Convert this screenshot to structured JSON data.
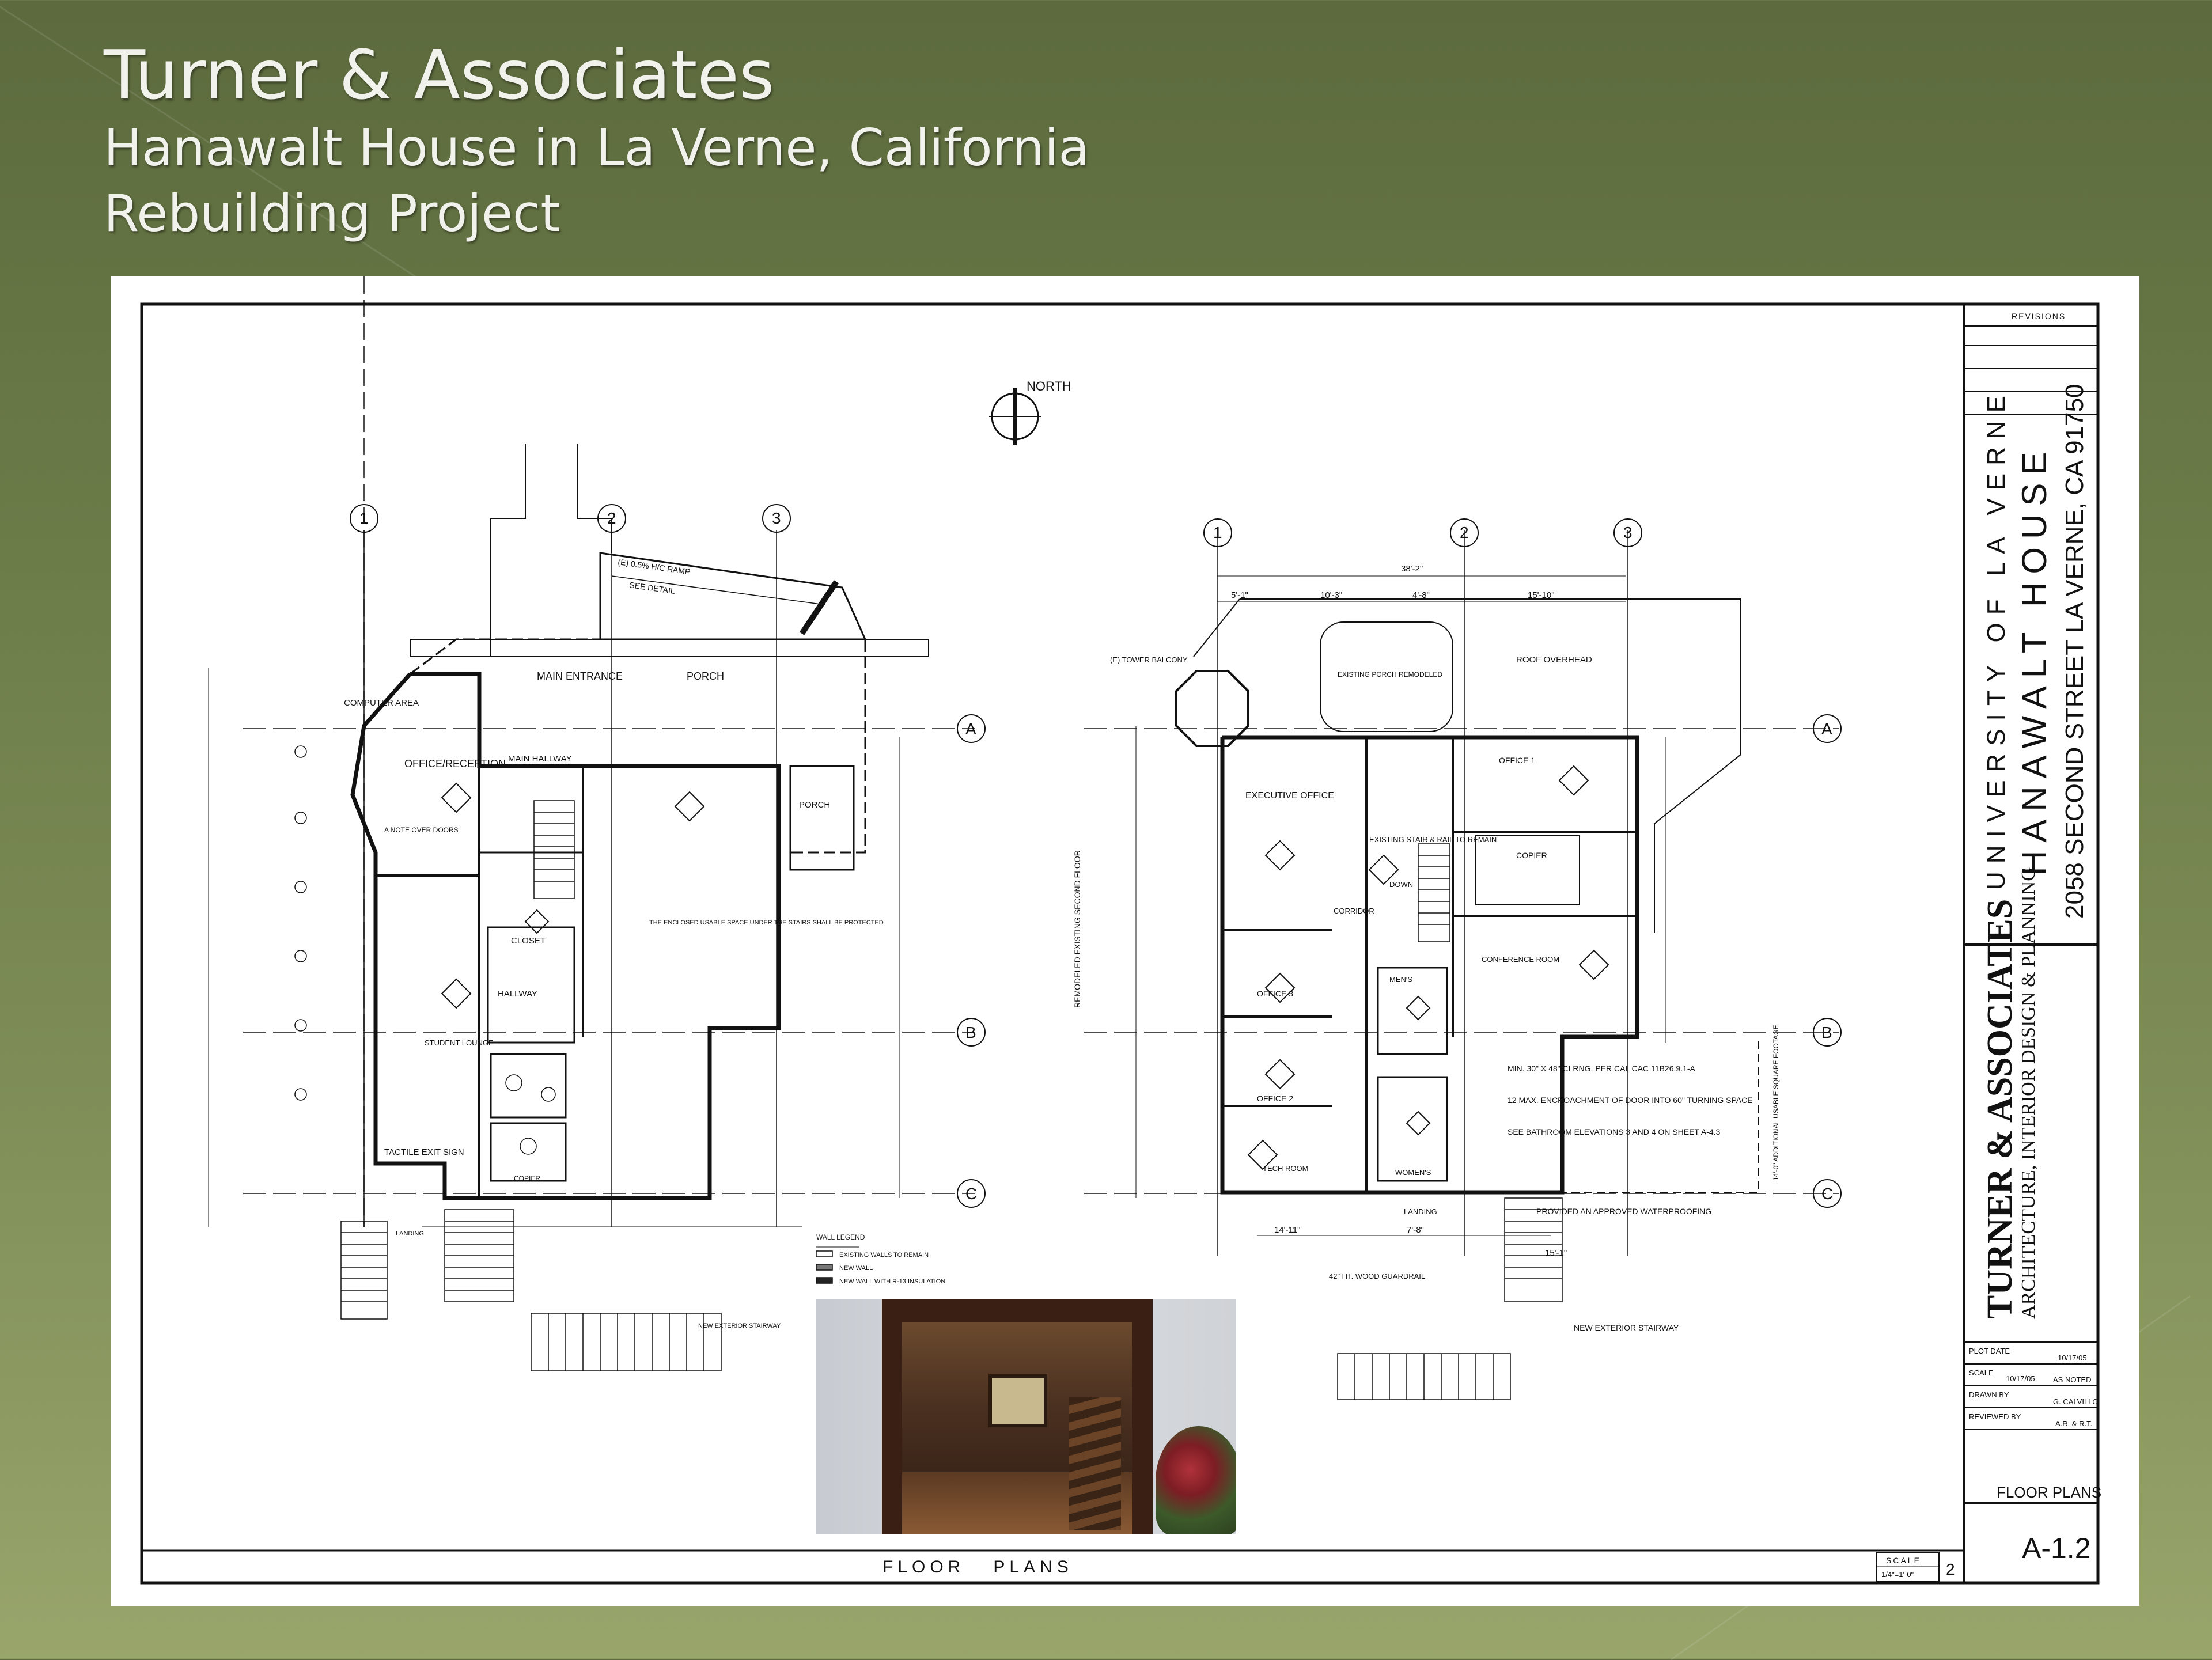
{
  "slide": {
    "title": "Turner & Associates",
    "subtitle_line1": "Hanawalt House in La Verne, California",
    "subtitle_line2": "Rebuilding Project"
  },
  "drawing": {
    "north_label": "NORTH",
    "bottom_title": "FLOOR   PLANS",
    "scale_label": "SCALE",
    "scale_value": "1/4\"=1'-0\"",
    "sheet_index": "2",
    "grid_left": [
      "1",
      "2",
      "3"
    ],
    "grid_right": [
      "1",
      "2",
      "3"
    ],
    "grid_rows": [
      "A",
      "B",
      "C"
    ],
    "left_rooms": [
      "MAIN ENTRANCE",
      "PORCH",
      "COMPUTER AREA",
      "OFFICE/RECEPTION",
      "MAIN HALLWAY",
      "PORCH",
      "CLOSET",
      "HALLWAY",
      "STUDENT LOUNGE",
      "TACTILE EXIT SIGN",
      "COPIER",
      "LANDING"
    ],
    "left_notes": [
      "(E) 0.5% H/C RAMP",
      "SEE DETAIL",
      "A NOTE OVER DOORS",
      "THE ENCLOSED USABLE SPACE UNDER THE STAIRS SHALL BE PROTECTED",
      "NEW EXTERIOR STAIRWAY"
    ],
    "right_rooms": [
      "(E) TOWER BALCONY",
      "EXISTING PORCH REMODELED",
      "ROOF OVERHEAD",
      "EXECUTIVE OFFICE",
      "OFFICE 1",
      "EXISTING STAIR & RAIL TO REMAIN",
      "COPIER",
      "CORRIDOR",
      "DOWN",
      "CONFERENCE ROOM",
      "OFFICE 3",
      "MEN'S",
      "OFFICE 2",
      "WOMEN'S",
      "TECH ROOM",
      "LANDING"
    ],
    "right_notes": [
      "MIN. 30\" X 48\" CLRNG. PER CAL CAC 11B26.9.1-A",
      "12 MAX. ENCROACHMENT OF DOOR INTO 60\" TURNING SPACE",
      "SEE BATHROOM ELEVATIONS 3 AND 4 ON SHEET A-4.3",
      "PROVIDED AN APPROVED WATERPROOFING",
      "42\" HT. WOOD GUARDRAIL",
      "NEW EXTERIOR STAIRWAY",
      "REMODELED EXISTING SECOND FLOOR",
      "14'-0\" ADDITIONAL USABLE SQUARE FOOTAGE"
    ],
    "dims_right": [
      "38'-2\"",
      "5'-1\"",
      "10'-3\"",
      "4'-8\"",
      "15'-10\"",
      "14'-11\"",
      "7'-8\"",
      "15'-1\""
    ],
    "legend_title": "WALL LEGEND",
    "legend_items": [
      "EXISTING WALLS TO REMAIN",
      "NEW WALL",
      "NEW WALL WITH R-13 INSULATION"
    ]
  },
  "title_block": {
    "revisions": "REVISIONS",
    "university": "UNIVERSITY OF LA VERNE",
    "project": "HANAWALT HOUSE",
    "address": "2058 SECOND STREET LA VERNE, CA 91750",
    "firm": "TURNER & ASSOCIATES",
    "firm_tagline": "ARCHITECTURE, INTERIOR DESIGN & PLANNING",
    "plot_date_label": "PLOT DATE",
    "plot_date_value": "10/17/05",
    "scale_label": "SCALE",
    "scale_value": "AS NOTED",
    "scale_date": "10/17/05",
    "drawn_by_label": "DRAWN BY",
    "drawn_by_value": "G. CALVILLO",
    "reviewed_by_label": "REVIEWED BY",
    "reviewed_by_value": "A.R. & R.T.",
    "sheet_title": "FLOOR PLANS",
    "sheet_number": "A-1.2"
  }
}
